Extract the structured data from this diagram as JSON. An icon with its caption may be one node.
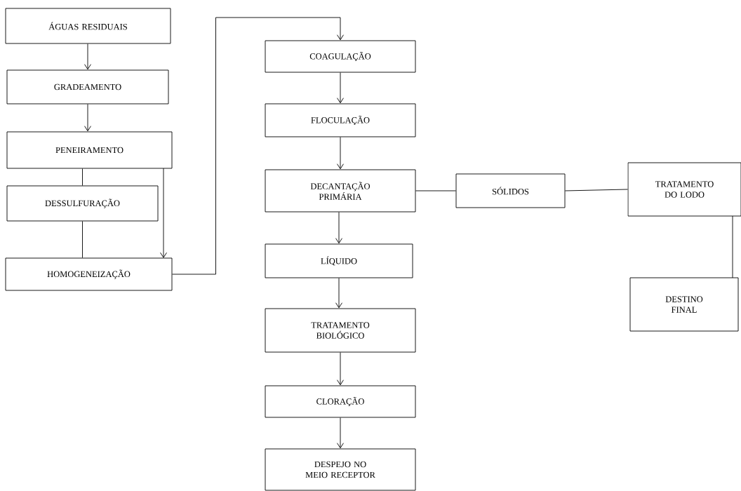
{
  "diagram": {
    "nodes": [
      {
        "text": [
          "ÁGUAS RESIDUAIS"
        ]
      },
      {
        "text": [
          "GRADEAMENTO"
        ]
      },
      {
        "text": [
          "PENEIRAMENTO"
        ]
      },
      {
        "text": [
          "DESSULFURAÇÃO"
        ]
      },
      {
        "text": [
          "HOMOGENEIZAÇÃO"
        ]
      },
      {
        "text": [
          "COAGULAÇÃO"
        ]
      },
      {
        "text": [
          "FLOCULAÇÃO"
        ]
      },
      {
        "text": [
          "DECANTAÇÃO PRIMÁRIA"
        ]
      },
      {
        "text": [
          "SÓLIDOS"
        ]
      },
      {
        "text": [
          "TRATAMENTO DO LODO"
        ]
      },
      {
        "text": [
          "LÍQUIDO"
        ]
      },
      {
        "text": [
          "TRATAMENTO BIOLÓGICO"
        ]
      },
      {
        "text": [
          "CLORAÇÃO"
        ]
      },
      {
        "text": [
          "DESPEJO NO MEIO RECEPTOR"
        ]
      },
      {
        "text": [
          "DESTINO FINAL"
        ]
      }
    ],
    "edges": [
      {
        "from": 0,
        "to": 1,
        "arrow": "to"
      },
      {
        "from": 1,
        "to": 2,
        "arrow": "to"
      },
      {
        "from": 2,
        "to": 3,
        "arrow": "none"
      },
      {
        "from": 3,
        "to": 4,
        "arrow": "none"
      },
      {
        "from": 2,
        "to": 4,
        "arrow": "to"
      },
      {
        "from": 4,
        "to": 5,
        "arrow": "to"
      },
      {
        "from": 5,
        "to": 6,
        "arrow": "to"
      },
      {
        "from": 6,
        "to": 7,
        "arrow": "to"
      },
      {
        "from": 7,
        "to": 10,
        "arrow": "to"
      },
      {
        "from": 10,
        "to": 11,
        "arrow": "to"
      },
      {
        "from": 11,
        "to": 12,
        "arrow": "to"
      },
      {
        "from": 12,
        "to": 13,
        "arrow": "to"
      },
      {
        "from": 7,
        "to": 8,
        "arrow": "none"
      },
      {
        "from": 8,
        "to": 9,
        "arrow": "none"
      },
      {
        "from": 9,
        "to": 14,
        "arrow": "none"
      }
    ]
  }
}
